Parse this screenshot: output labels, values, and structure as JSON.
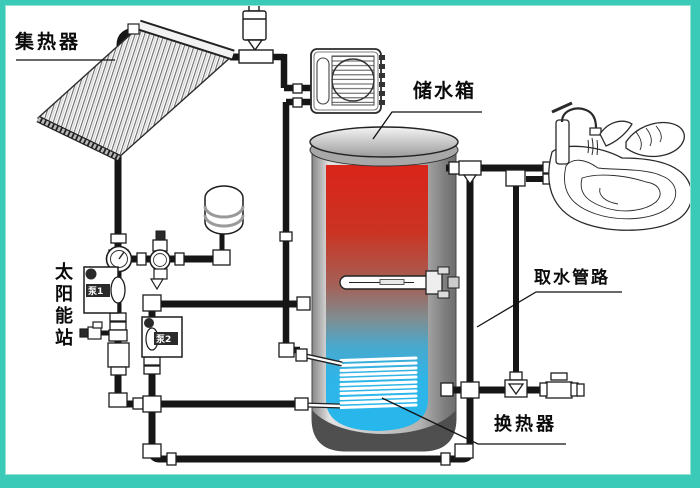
{
  "labels": {
    "collector": "集热器",
    "storage_tank": "储水箱",
    "solar_station": "太阳能站",
    "water_draw_pipeline": "取水管路",
    "heat_exchanger": "换热器",
    "pump_1": "泵1",
    "pump_2": "泵2"
  },
  "colors": {
    "frame_border": "#3BC9B8",
    "background": "#FFFFFF",
    "pipe": "#161616",
    "hot_water": "#DA241A",
    "cold_water": "#28B6EA",
    "tank_shell": "#C4C4C4"
  }
}
